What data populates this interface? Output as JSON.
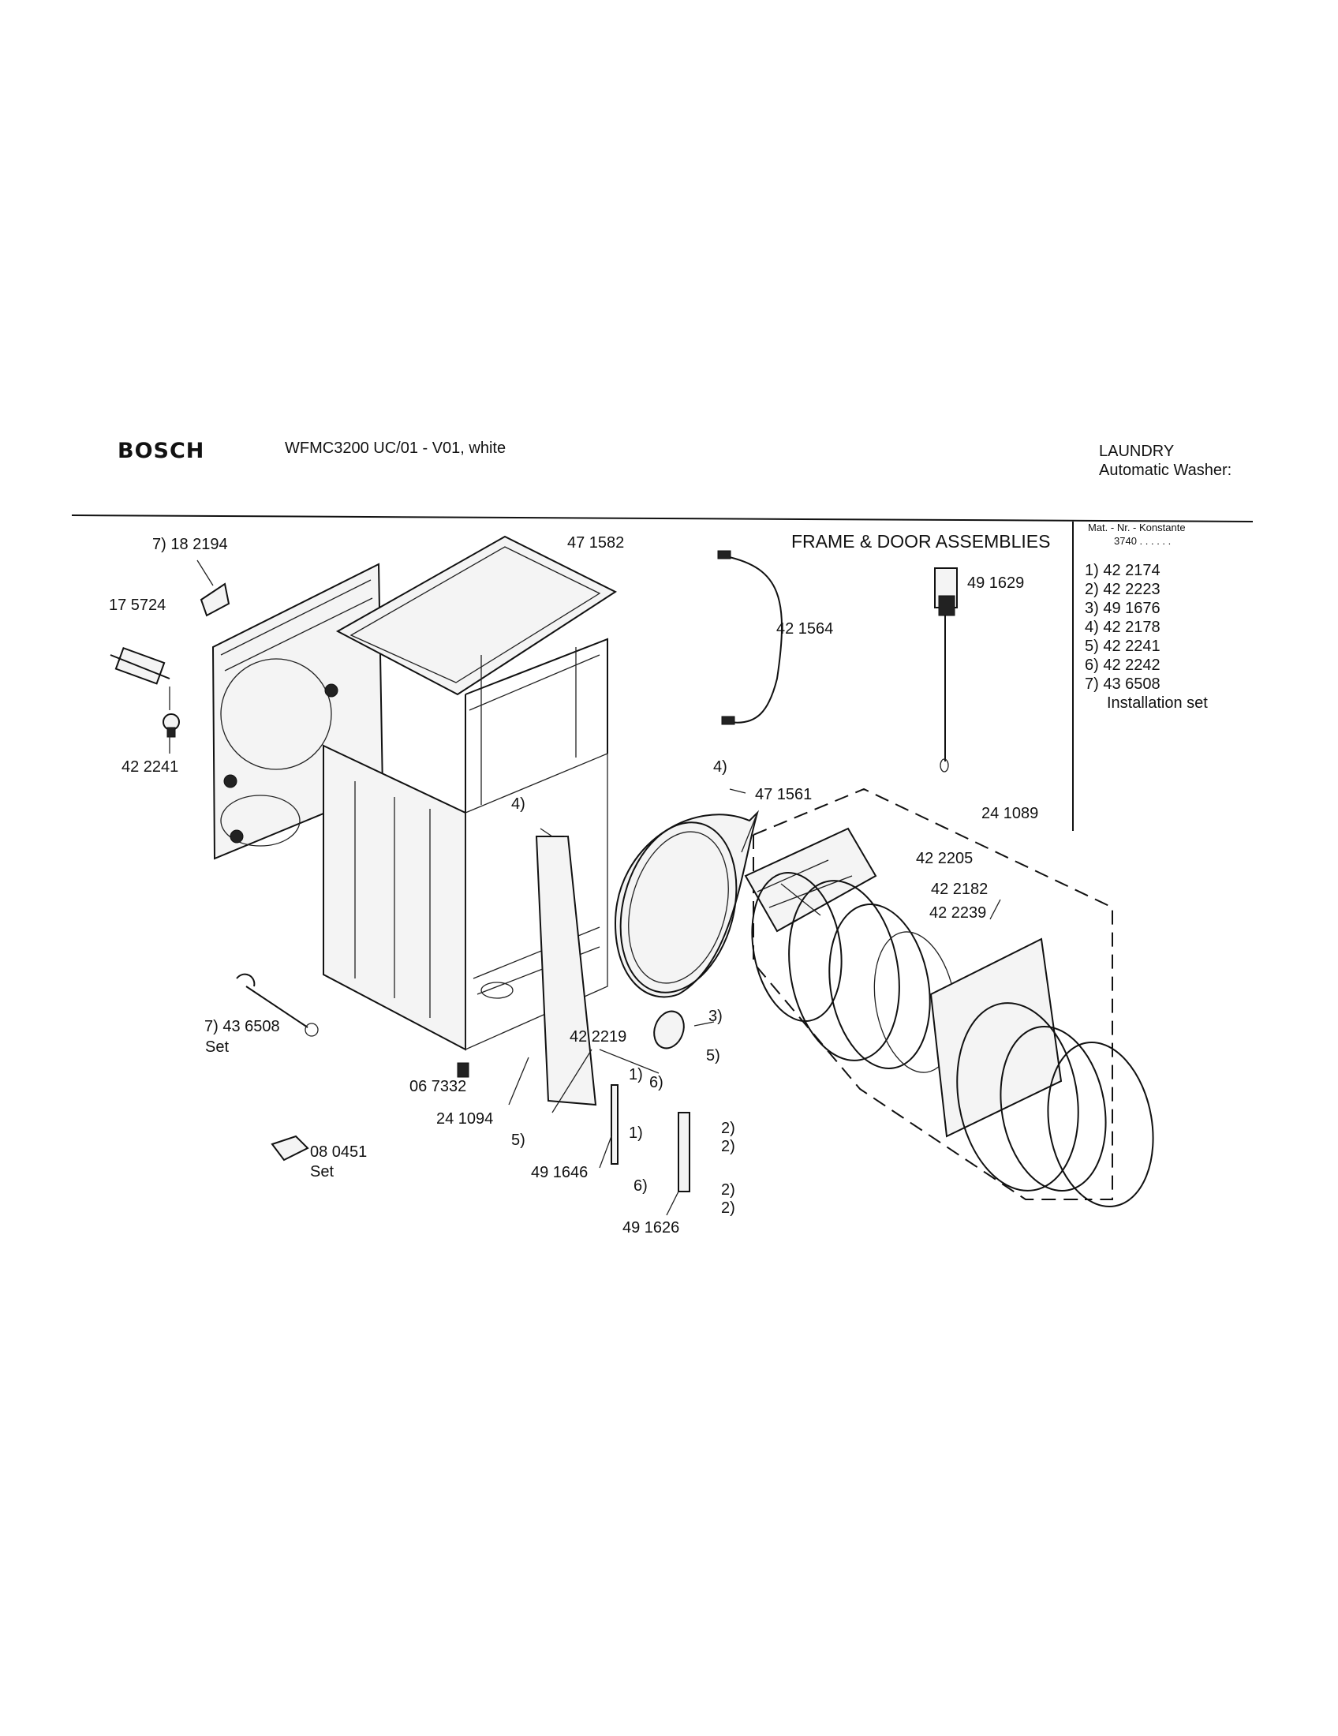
{
  "header": {
    "brand": "BOSCH",
    "model": "WFMC3200 UC/01 - V01, white",
    "category": "LAUNDRY",
    "subcategory": "Automatic Washer:"
  },
  "title": "FRAME & DOOR ASSEMBLIES",
  "legend": {
    "heading1": "Mat. - Nr. - Konstante",
    "heading2": "3740 . . . . . .",
    "items": [
      "1)  42 2174",
      "2)  42 2223",
      "3)  49 1676",
      "4)  42 2178",
      "5)  42 2241",
      "6)  42 2242",
      "7)  43 6508"
    ],
    "note": "Installation set"
  },
  "callouts": {
    "c_182194": "7) 18 2194",
    "c_175724": "17 5724",
    "c_422241": "42 2241",
    "c_471582": "47 1582",
    "c_421564": "42 1564",
    "c_491629": "49 1629",
    "c_4a": "4)",
    "c_4b": "4)",
    "c_471561": "47 1561",
    "c_241089": "24 1089",
    "c_422205": "42 2205",
    "c_422182": "42 2182",
    "c_422239": "42 2239",
    "c_3": "3)",
    "c_422219": "42 2219",
    "c_5a": "5)",
    "c_1a": "1)",
    "c_6a": "6)",
    "c_436508": "7) 43 6508",
    "c_set1": "Set",
    "c_067332": "06 7332",
    "c_241094": "24 1094",
    "c_5b": "5)",
    "c_1b": "1)",
    "c_2a": "2)",
    "c_2b": "2)",
    "c_491646": "49 1646",
    "c_6b": "6)",
    "c_2c": "2)",
    "c_2d": "2)",
    "c_491626": "49 1626",
    "c_080451": "08 0451",
    "c_set2": "Set"
  }
}
